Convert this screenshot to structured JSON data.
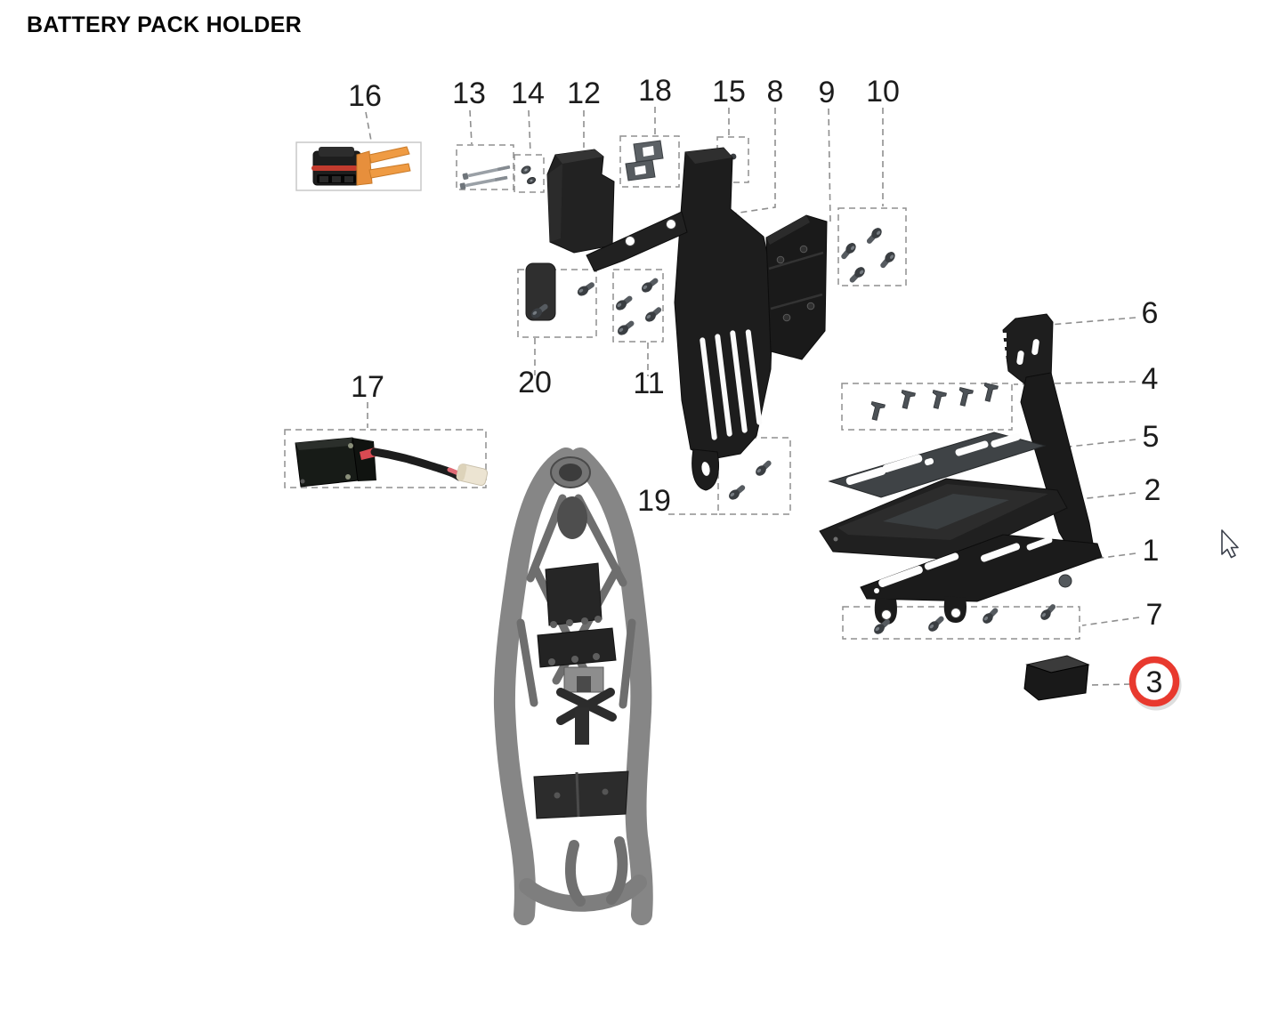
{
  "page": {
    "title": "BATTERY PACK HOLDER"
  },
  "diagram": {
    "callouts": {
      "c1": "1",
      "c2": "2",
      "c3": "3",
      "c4": "4",
      "c5": "5",
      "c6": "6",
      "c7": "7",
      "c8": "8",
      "c9": "9",
      "c10": "10",
      "c11": "11",
      "c12": "12",
      "c13": "13",
      "c14": "14",
      "c15": "15",
      "c16": "16",
      "c17": "17",
      "c18": "18",
      "c19": "19",
      "c20": "20"
    },
    "highlight": {
      "part_number": "3",
      "ring_color": "#e8392e"
    },
    "colors": {
      "background": "#ffffff",
      "part_dark": "#1d1d1d",
      "frame_gray": "#868686",
      "connector_orange": "#e78f3c",
      "connector_band_red": "#c23b2e",
      "leader_gray": "#8f8f8f",
      "label_text": "#1c1c1c"
    },
    "cursor_icon": "arrow-pointer"
  }
}
